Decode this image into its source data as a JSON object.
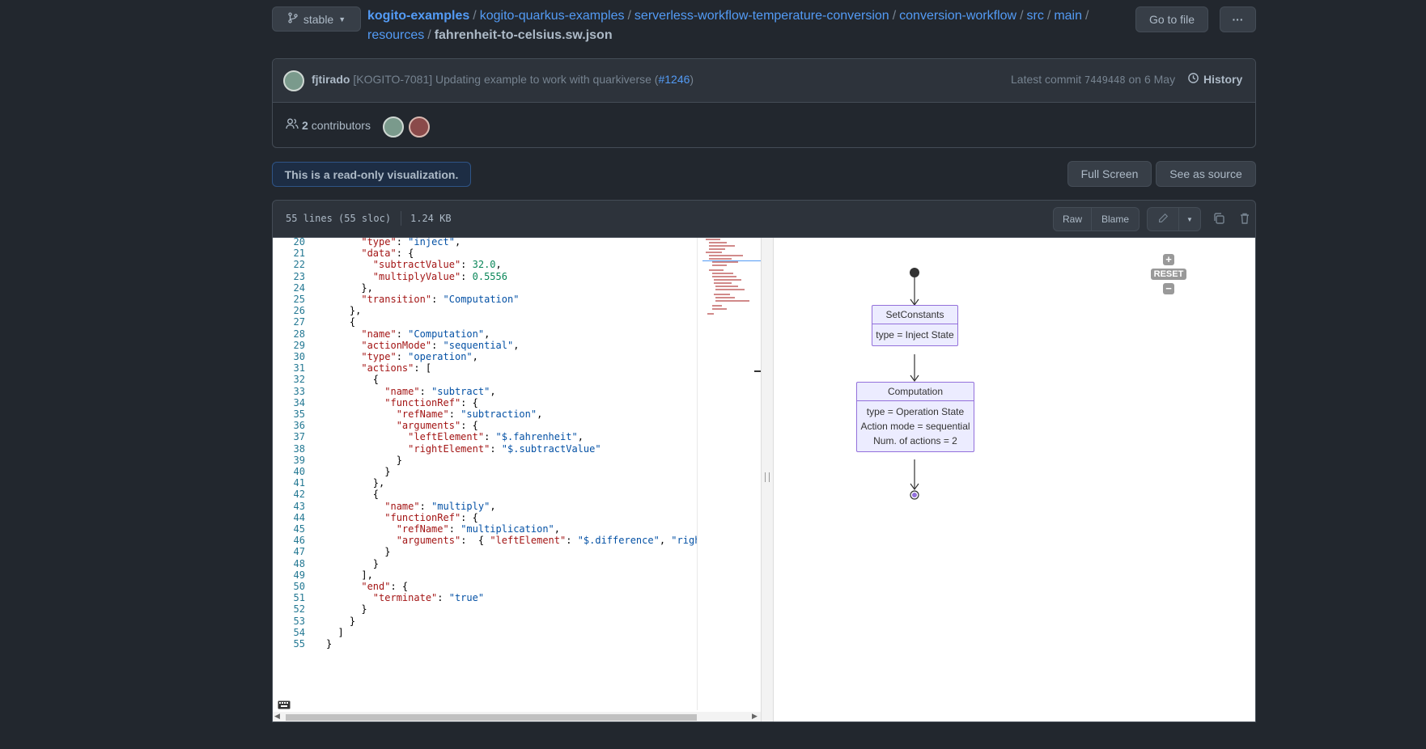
{
  "branch": {
    "label": "stable"
  },
  "breadcrumb": {
    "repo": "kogito-examples",
    "path": [
      "kogito-quarkus-examples",
      "serverless-workflow-temperature-conversion",
      "conversion-workflow",
      "src",
      "main",
      "resources"
    ],
    "file": "fahrenheit-to-celsius.sw.json"
  },
  "actions": {
    "go_to_file": "Go to file",
    "more": "···"
  },
  "commit": {
    "author": "fjtirado",
    "message": "[KOGITO-7081] Updating example to work with quarkiverse (",
    "pr": "#1246",
    "message_end": ")",
    "latest_label": "Latest commit",
    "sha": "7449448",
    "date": "on 6 May",
    "history": "History"
  },
  "contributors": {
    "count": "2",
    "label": "contributors"
  },
  "notice": "This is a read-only visualization.",
  "view_buttons": {
    "full_screen": "Full Screen",
    "see_source": "See as source"
  },
  "file_info": {
    "lines": "55 lines (55 sloc)",
    "size": "1.24 KB"
  },
  "file_buttons": {
    "raw": "Raw",
    "blame": "Blame"
  },
  "code_lines": [
    {
      "n": "20",
      "t": "      \"type\": \"inject\","
    },
    {
      "n": "21",
      "t": "      \"data\": {"
    },
    {
      "n": "22",
      "t": "        \"subtractValue\": 32.0,"
    },
    {
      "n": "23",
      "t": "        \"multiplyValue\": 0.5556"
    },
    {
      "n": "24",
      "t": "      },"
    },
    {
      "n": "25",
      "t": "      \"transition\": \"Computation\""
    },
    {
      "n": "26",
      "t": "    },"
    },
    {
      "n": "27",
      "t": "    {"
    },
    {
      "n": "28",
      "t": "      \"name\": \"Computation\","
    },
    {
      "n": "29",
      "t": "      \"actionMode\": \"sequential\","
    },
    {
      "n": "30",
      "t": "      \"type\": \"operation\","
    },
    {
      "n": "31",
      "t": "      \"actions\": ["
    },
    {
      "n": "32",
      "t": "        {"
    },
    {
      "n": "33",
      "t": "          \"name\": \"subtract\","
    },
    {
      "n": "34",
      "t": "          \"functionRef\": {"
    },
    {
      "n": "35",
      "t": "            \"refName\": \"subtraction\","
    },
    {
      "n": "36",
      "t": "            \"arguments\": {"
    },
    {
      "n": "37",
      "t": "              \"leftElement\": \"$.fahrenheit\","
    },
    {
      "n": "38",
      "t": "              \"rightElement\": \"$.subtractValue\""
    },
    {
      "n": "39",
      "t": "            }"
    },
    {
      "n": "40",
      "t": "          }"
    },
    {
      "n": "41",
      "t": "        },"
    },
    {
      "n": "42",
      "t": "        {"
    },
    {
      "n": "43",
      "t": "          \"name\": \"multiply\","
    },
    {
      "n": "44",
      "t": "          \"functionRef\": {"
    },
    {
      "n": "45",
      "t": "            \"refName\": \"multiplication\","
    },
    {
      "n": "46",
      "t": "            \"arguments\":  { \"leftElement\": \"$.difference\", \"righ"
    },
    {
      "n": "47",
      "t": "          }"
    },
    {
      "n": "48",
      "t": "        }"
    },
    {
      "n": "49",
      "t": "      ],"
    },
    {
      "n": "50",
      "t": "      \"end\": {"
    },
    {
      "n": "51",
      "t": "        \"terminate\": \"true\""
    },
    {
      "n": "52",
      "t": "      }"
    },
    {
      "n": "53",
      "t": "    }"
    },
    {
      "n": "54",
      "t": "  ]"
    },
    {
      "n": "55",
      "t": "}"
    }
  ],
  "diagram": {
    "reset": "RESET",
    "nodes": [
      {
        "title": "SetConstants",
        "lines": [
          "type = Inject State"
        ]
      },
      {
        "title": "Computation",
        "lines": [
          "type = Operation State",
          "Action mode = sequential",
          "Num. of actions = 2"
        ]
      }
    ]
  },
  "colors": {
    "bg": "#22272e",
    "link": "#539bf5",
    "node_fill": "#ececff",
    "node_border": "#9370db"
  }
}
